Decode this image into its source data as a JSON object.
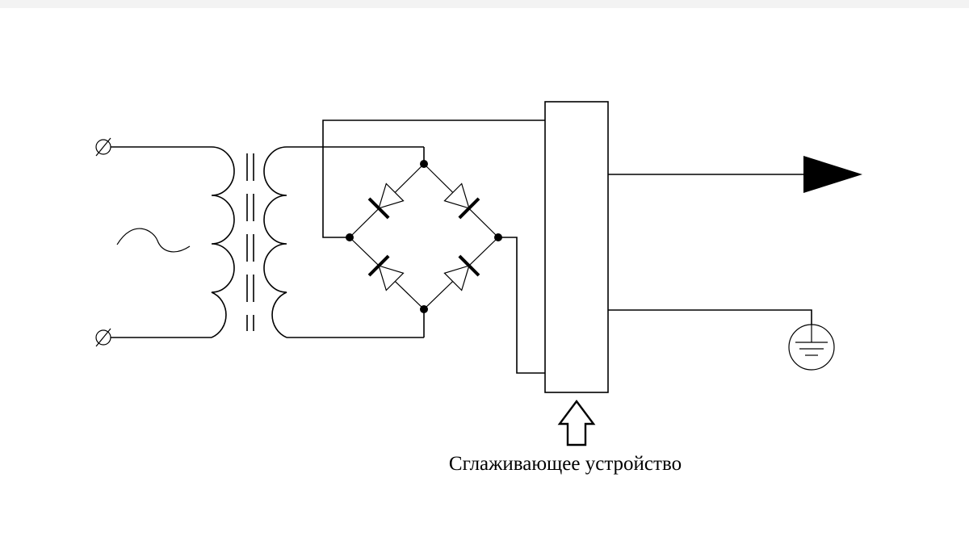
{
  "caption": "Сглаживающее устройство",
  "colors": {
    "ink": "#000000",
    "paper": "#ffffff",
    "margin": "#f3f3f3"
  },
  "components": [
    "ac-input-terminal",
    "ac-symbol",
    "transformer",
    "diode-bridge",
    "smoothing-device",
    "output-arrow",
    "ground"
  ]
}
